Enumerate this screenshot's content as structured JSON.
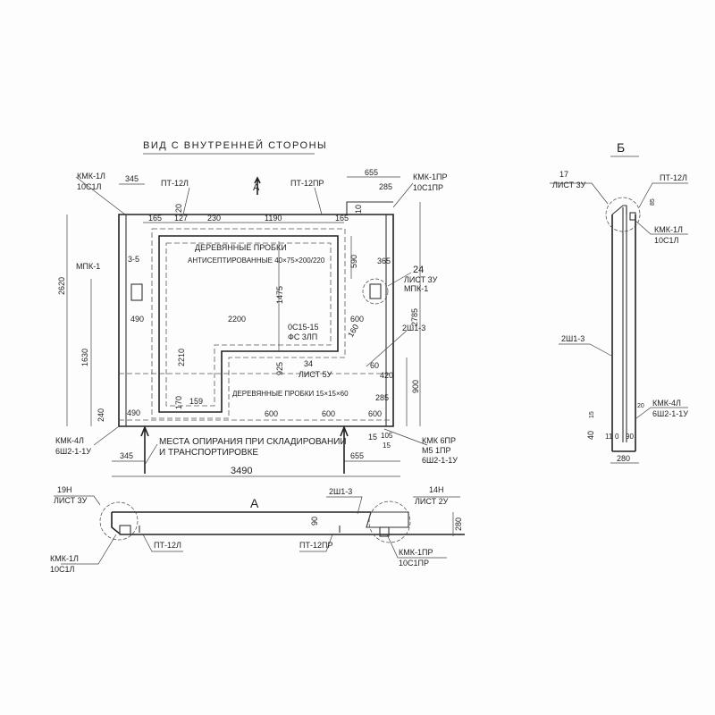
{
  "title": "ВИД С ВНУТРЕННЕЙ СТОРОНЫ",
  "view_b_title": "Б",
  "view_a_marker": "А",
  "section_a_title": "А",
  "main": {
    "top": [
      "КМК-1Л",
      "10С1Л",
      "345",
      "ПТ-12Л",
      "ПТ-12ПР",
      "655",
      "285",
      "КМК-1ПР",
      "10С1ПР",
      "165",
      "127",
      "230",
      "1190",
      "165",
      "20",
      "10"
    ],
    "inner": [
      "ДЕРЕВЯННЫЕ ПРОБКИ",
      "АНТИСЕПТИРОВАННЫЕ 40×75×200/220",
      "3-5",
      "МПК-1",
      "2620",
      "590",
      "1475",
      "365",
      "24",
      "ЛИСТ 3У",
      "МПК-1",
      "2785",
      "490",
      "2200",
      "600",
      "0С15-15",
      "ФС 3ЛП",
      "2Ш1-3",
      "160",
      "1630",
      "2210",
      "925",
      "34",
      "ЛИСТ 5У",
      "60",
      "420",
      "900",
      "ДЕРЕВЯННЫЕ ПРОБКИ 15×15×60",
      "285",
      "170",
      "159",
      "240",
      "490",
      "600",
      "600",
      "600"
    ],
    "bottom": [
      "КМК-4Л",
      "6Ш2-1-1У",
      "МЕСТА ОПИРАНИЯ ПРИ СКЛАДИРОВАНИИ",
      "И ТРАНСПОРТИРОВКЕ",
      "15",
      "105",
      "15",
      "КМК 6ПР",
      "М5 1ПР",
      "6Ш2-1-1У",
      "345",
      "655",
      "3490"
    ]
  },
  "section_a": [
    "19Н",
    "ЛИСТ 3У",
    "2Ш1-3",
    "14Н",
    "ЛИСТ 2У",
    "90",
    "280",
    "ПТ-12Л",
    "ПТ-12ПР",
    "КМК-1Л",
    "10С1Л",
    "КМК-1ПР",
    "10С1ПР"
  ],
  "view_b": [
    "17",
    "ЛИСТ 3У",
    "ПТ-12Л",
    "85",
    "КМК-1Л",
    "10С1Л",
    "2Ш1-3",
    "20",
    "КМК-4Л",
    "6Ш2-1-1У",
    "15",
    "40",
    "11",
    "0",
    "90",
    "280"
  ]
}
